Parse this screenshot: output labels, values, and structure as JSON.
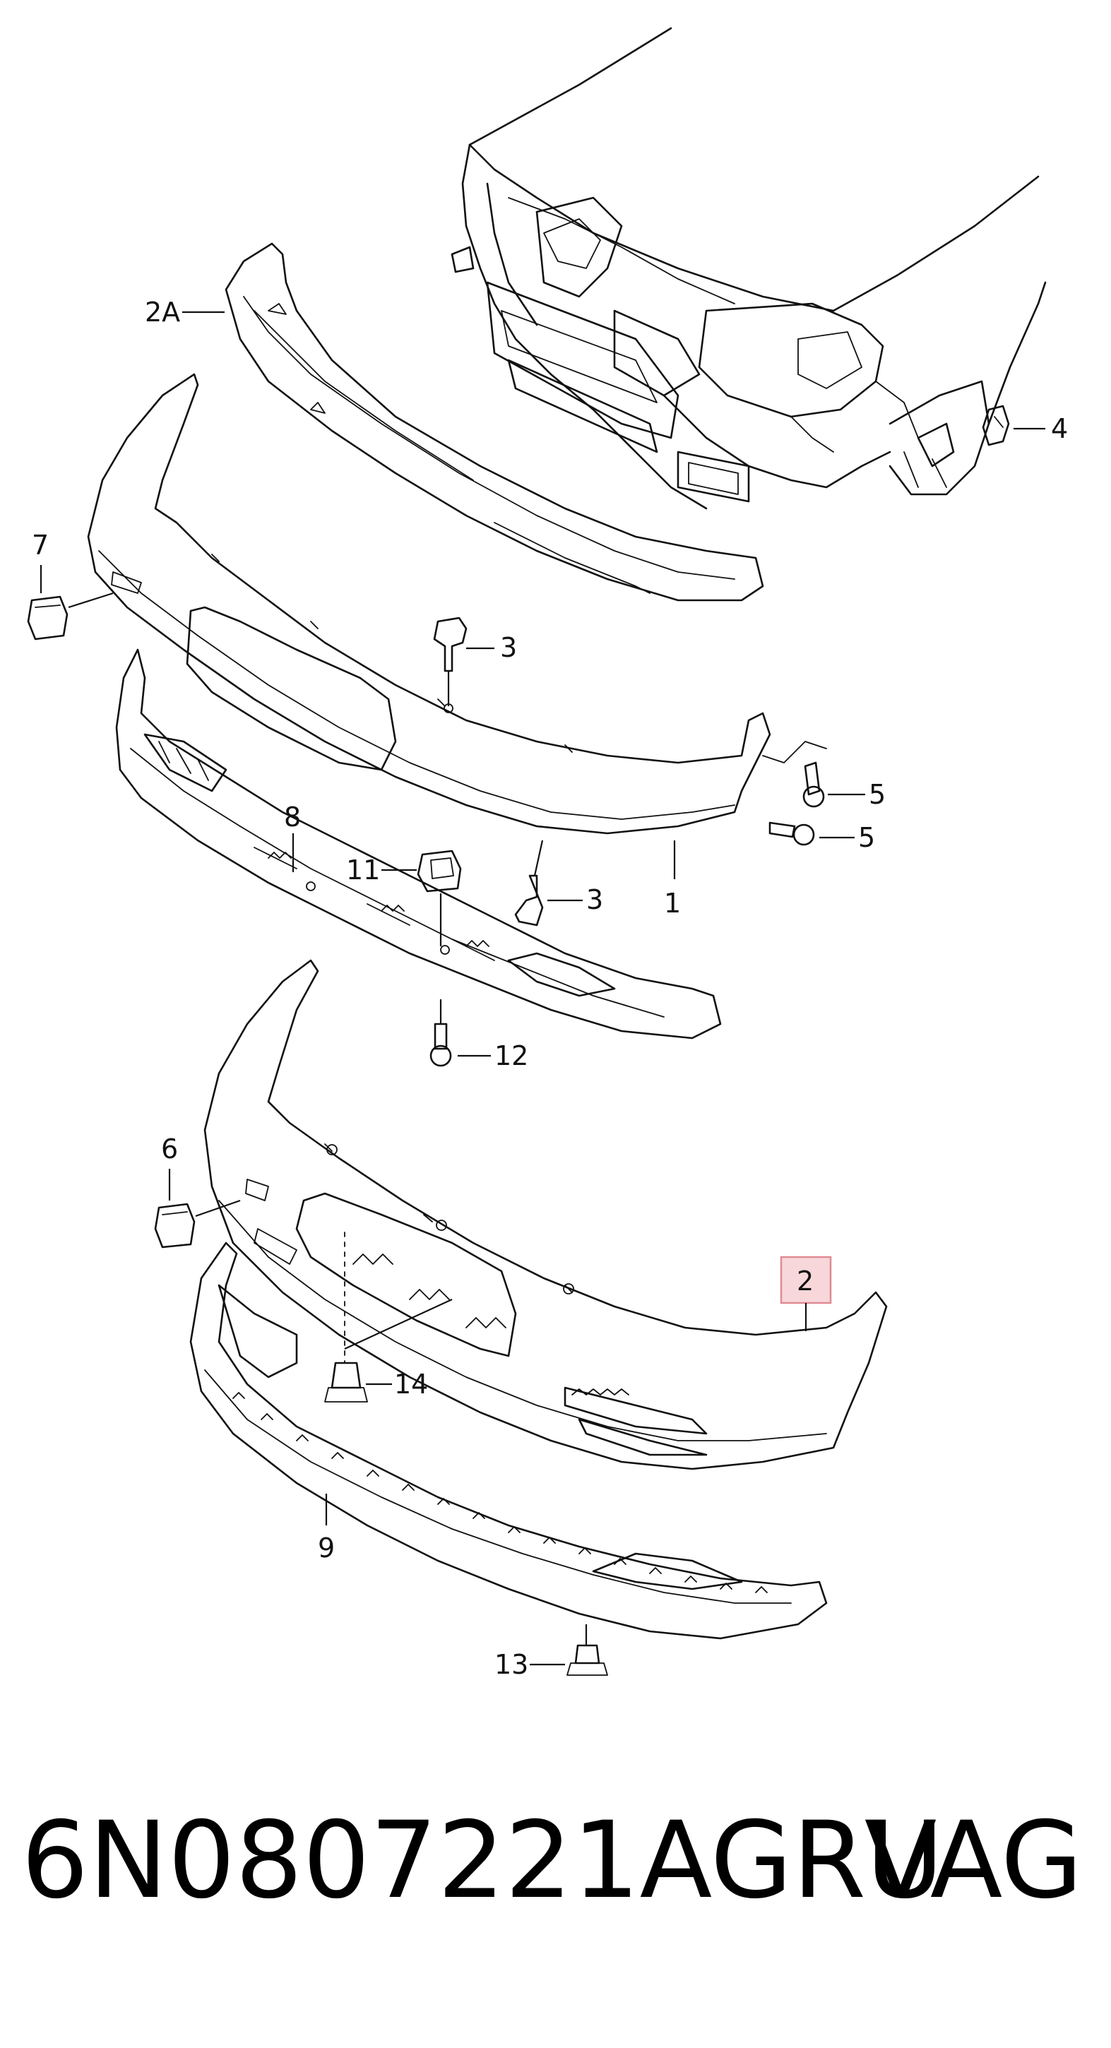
{
  "callouts": {
    "c_2A": "2A",
    "c_4": "4",
    "c_7": "7",
    "c_3a": "3",
    "c_5a": "5",
    "c_5b": "5",
    "c_8": "8",
    "c_11": "11",
    "c_3b": "3",
    "c_1": "1",
    "c_12": "12",
    "c_6": "6",
    "c_2": "2",
    "c_14": "14",
    "c_9": "9",
    "c_13": "13"
  },
  "highlighted_callout": "2",
  "colors": {
    "highlight_fill": "#f7d7da",
    "highlight_border": "#e08a92",
    "line": "#111111"
  },
  "footer": {
    "part_number": "6N0807221AGRU",
    "brand": "VAG"
  }
}
